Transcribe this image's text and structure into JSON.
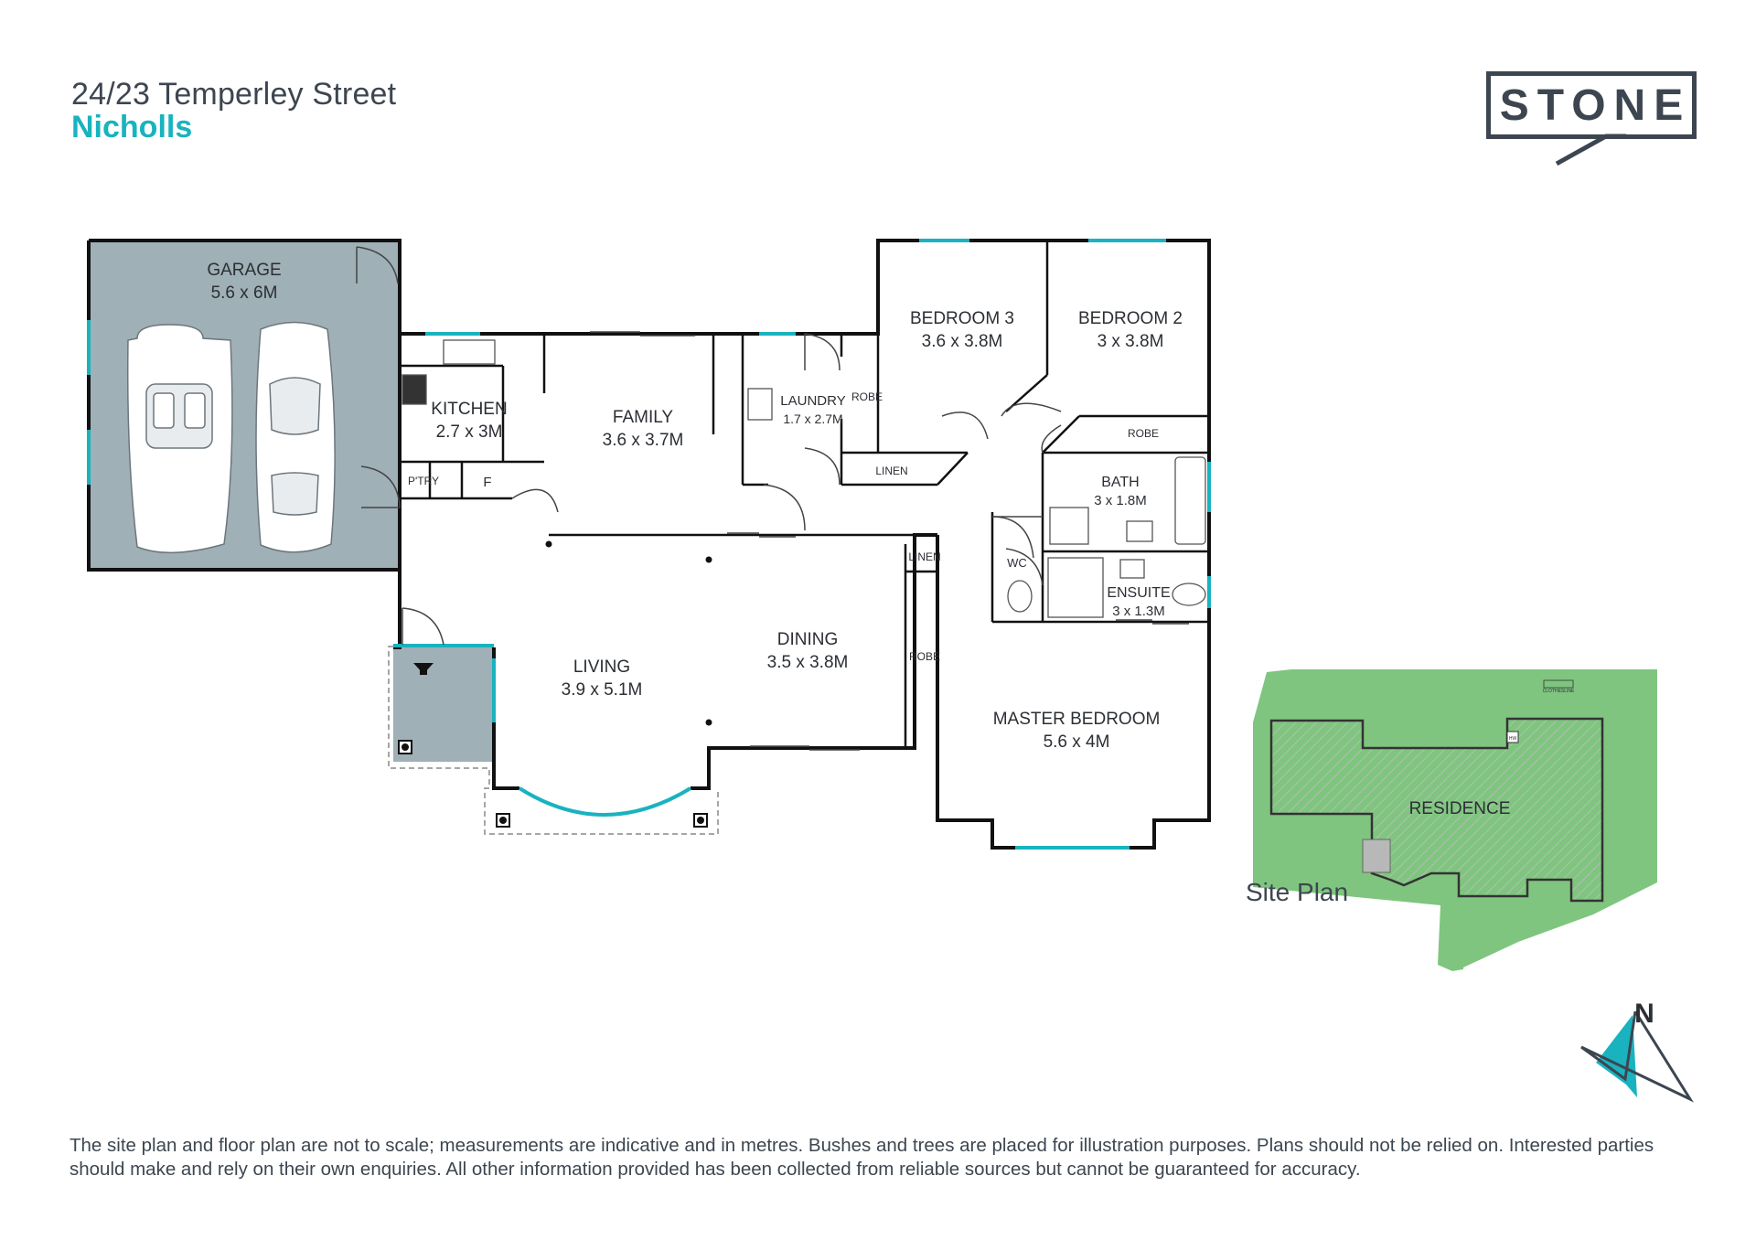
{
  "header": {
    "address": "24/23 Temperley Street",
    "suburb": "Nicholls"
  },
  "brand": {
    "logo_text": "STONE",
    "color_dark": "#3d4650",
    "color_accent": "#19b3bf"
  },
  "rooms": {
    "garage": {
      "name": "GARAGE",
      "dims": "5.6 x 6M"
    },
    "kitchen": {
      "name": "KITCHEN",
      "dims": "2.7 x 3M"
    },
    "family": {
      "name": "FAMILY",
      "dims": "3.6 x 3.7M"
    },
    "laundry": {
      "name": "LAUNDRY",
      "dims": "1.7 x 2.7M"
    },
    "bedroom3": {
      "name": "BEDROOM 3",
      "dims": "3.6 x 3.8M"
    },
    "bedroom2": {
      "name": "BEDROOM 2",
      "dims": "3 x 3.8M"
    },
    "bath": {
      "name": "BATH",
      "dims": "3 x 1.8M"
    },
    "ensuite": {
      "name": "ENSUITE",
      "dims": "3 x 1.3M"
    },
    "living": {
      "name": "LIVING",
      "dims": "3.9 x 5.1M"
    },
    "dining": {
      "name": "DINING",
      "dims": "3.5 x 3.8M"
    },
    "master": {
      "name": "MASTER BEDROOM",
      "dims": "5.6 x 4M"
    }
  },
  "small_labels": {
    "pantry": "P'TRY",
    "fridge": "F",
    "robe": "ROBE",
    "linen": "LINEN",
    "wc": "WC"
  },
  "site_plan": {
    "title": "Site Plan",
    "residence": "RESIDENCE",
    "clothesline": "CLOTHESLINE",
    "hot_water": "HW"
  },
  "compass": {
    "label": "N"
  },
  "disclaimer": "The site plan and floor plan are not to scale; measurements are indicative and in metres. Bushes and trees are placed for illustration purposes. Plans should not be relied on. Interested parties should make and rely on their own enquiries. All other information provided has been collected from reliable sources but cannot be guaranteed for accuracy."
}
